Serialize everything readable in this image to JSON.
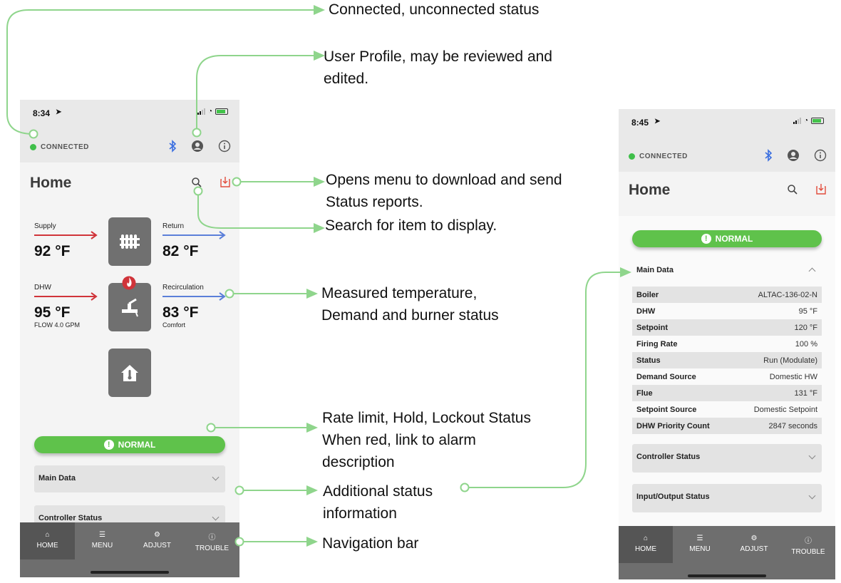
{
  "annotations": {
    "connected": "Connected, unconnected status",
    "profile_line1": "User Profile, may be reviewed and",
    "profile_line2": "edited.",
    "download_line1": "Opens menu to download and send",
    "download_line2": "Status reports.",
    "search": "Search for item to display.",
    "measured_line1": "Measured temperature,",
    "measured_line2": "Demand and burner status",
    "rate_line1": "Rate limit, Hold, Lockout Status",
    "rate_line2": "When red, link to alarm",
    "rate_line3": "description",
    "additional_line1": "Additional status",
    "additional_line2": "information",
    "navigation": "Navigation bar"
  },
  "left_phone": {
    "time": "8:34",
    "connection": "CONNECTED",
    "title": "Home",
    "supply": {
      "label": "Supply",
      "value": "92 °F"
    },
    "return": {
      "label": "Return",
      "value": "82 °F"
    },
    "dhw": {
      "label": "DHW",
      "value": "95 °F",
      "sub": "FLOW 4.0 GPM"
    },
    "recirculation": {
      "label": "Recirculation",
      "value": "83 °F",
      "sub": "Comfort"
    },
    "status": "NORMAL",
    "sections": [
      "Main Data",
      "Controller Status"
    ]
  },
  "right_phone": {
    "time": "8:45",
    "connection": "CONNECTED",
    "title": "Home",
    "status": "NORMAL",
    "main_data_title": "Main Data",
    "rows": [
      {
        "k": "Boiler",
        "v": "ALTAC-136-02-N"
      },
      {
        "k": "DHW",
        "v": "95 °F"
      },
      {
        "k": "Setpoint",
        "v": "120 °F"
      },
      {
        "k": "Firing Rate",
        "v": "100 %"
      },
      {
        "k": "Status",
        "v": "Run (Modulate)"
      },
      {
        "k": "Demand Source",
        "v": "Domestic HW"
      },
      {
        "k": "Flue",
        "v": "131 °F"
      },
      {
        "k": "Setpoint Source",
        "v": "Domestic Setpoint"
      },
      {
        "k": "DHW Priority Count",
        "v": "2847 seconds"
      }
    ],
    "sections": [
      "Controller Status",
      "Input/Output Status"
    ]
  },
  "nav": [
    "HOME",
    "MENU",
    "ADJUST",
    "TROUBLE"
  ],
  "colors": {
    "accent_green": "#5fc24b",
    "supply_red": "#d0343a",
    "return_blue": "#5b7fd9",
    "bluetooth": "#3b6fe0",
    "download_red": "#e24c3c",
    "callout_line": "#8fd58c"
  }
}
